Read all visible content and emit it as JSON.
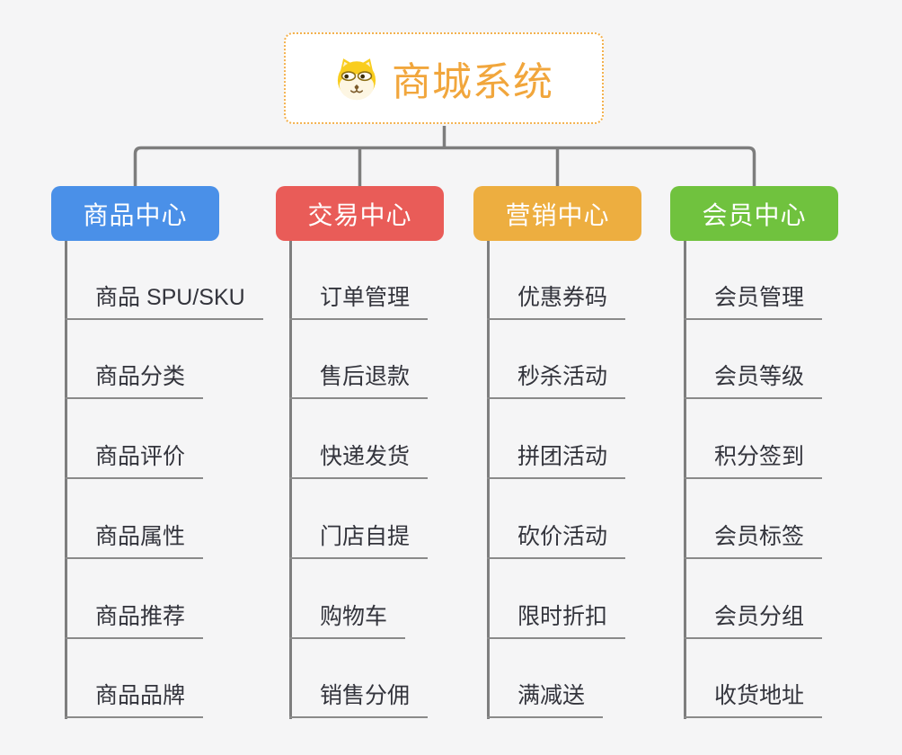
{
  "root": {
    "title": "商城系统",
    "icon": "dog-face-icon",
    "title_color": "#f1a63c",
    "border_color": "#f3b14e"
  },
  "connector_color": "#7d7d7d",
  "background_color": "#f5f5f6",
  "branches": [
    {
      "label": "商品中心",
      "color": "#4a90e8",
      "items": [
        "商品 SPU/SKU",
        "商品分类",
        "商品评价",
        "商品属性",
        "商品推荐",
        "商品品牌"
      ]
    },
    {
      "label": "交易中心",
      "color": "#e95c58",
      "items": [
        "订单管理",
        "售后退款",
        "快递发货",
        "门店自提",
        "购物车",
        "销售分佣"
      ]
    },
    {
      "label": "营销中心",
      "color": "#edae40",
      "items": [
        "优惠券码",
        "秒杀活动",
        "拼团活动",
        "砍价活动",
        "限时折扣",
        "满减送"
      ]
    },
    {
      "label": "会员中心",
      "color": "#70c23e",
      "items": [
        "会员管理",
        "会员等级",
        "积分签到",
        "会员标签",
        "会员分组",
        "收货地址"
      ]
    }
  ]
}
